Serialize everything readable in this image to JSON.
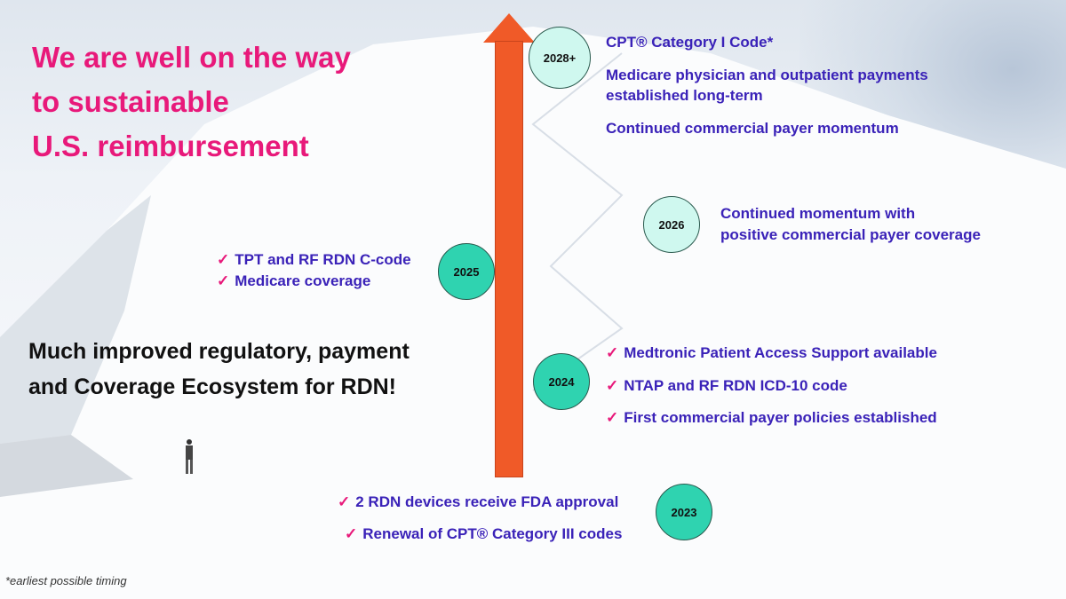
{
  "title": [
    "We are well on the way",
    "to sustainable",
    "U.S. reimbursement"
  ],
  "headline": [
    "Much improved regulatory, payment",
    "and Coverage Ecosystem for RDN!"
  ],
  "milestones": {
    "y2028": {
      "label": "2028+",
      "items": [
        "CPT® Category I Code*",
        "Medicare physician and outpatient payments",
        "established long-term",
        "Continued commercial payer momentum"
      ]
    },
    "y2026": {
      "label": "2026",
      "items": [
        "Continued momentum with",
        "positive commercial payer coverage"
      ]
    },
    "y2025": {
      "label": "2025",
      "items": [
        "TPT and RF RDN C-code",
        "Medicare coverage"
      ]
    },
    "y2024": {
      "label": "2024",
      "items": [
        "Medtronic Patient Access Support available",
        "NTAP and RF RDN ICD-10 code",
        "First commercial payer policies established"
      ]
    },
    "y2023": {
      "label": "2023",
      "items": [
        "2 RDN devices receive FDA approval",
        "Renewal of CPT® Category III codes"
      ]
    }
  },
  "check": "✓",
  "footnote": "*earliest possible timing",
  "colors": {
    "pink": "#e8197a",
    "blue": "#3a22b8",
    "arrow": "#f05a28",
    "teal": "#2fd3b0",
    "light_teal": "#cff8ef"
  }
}
